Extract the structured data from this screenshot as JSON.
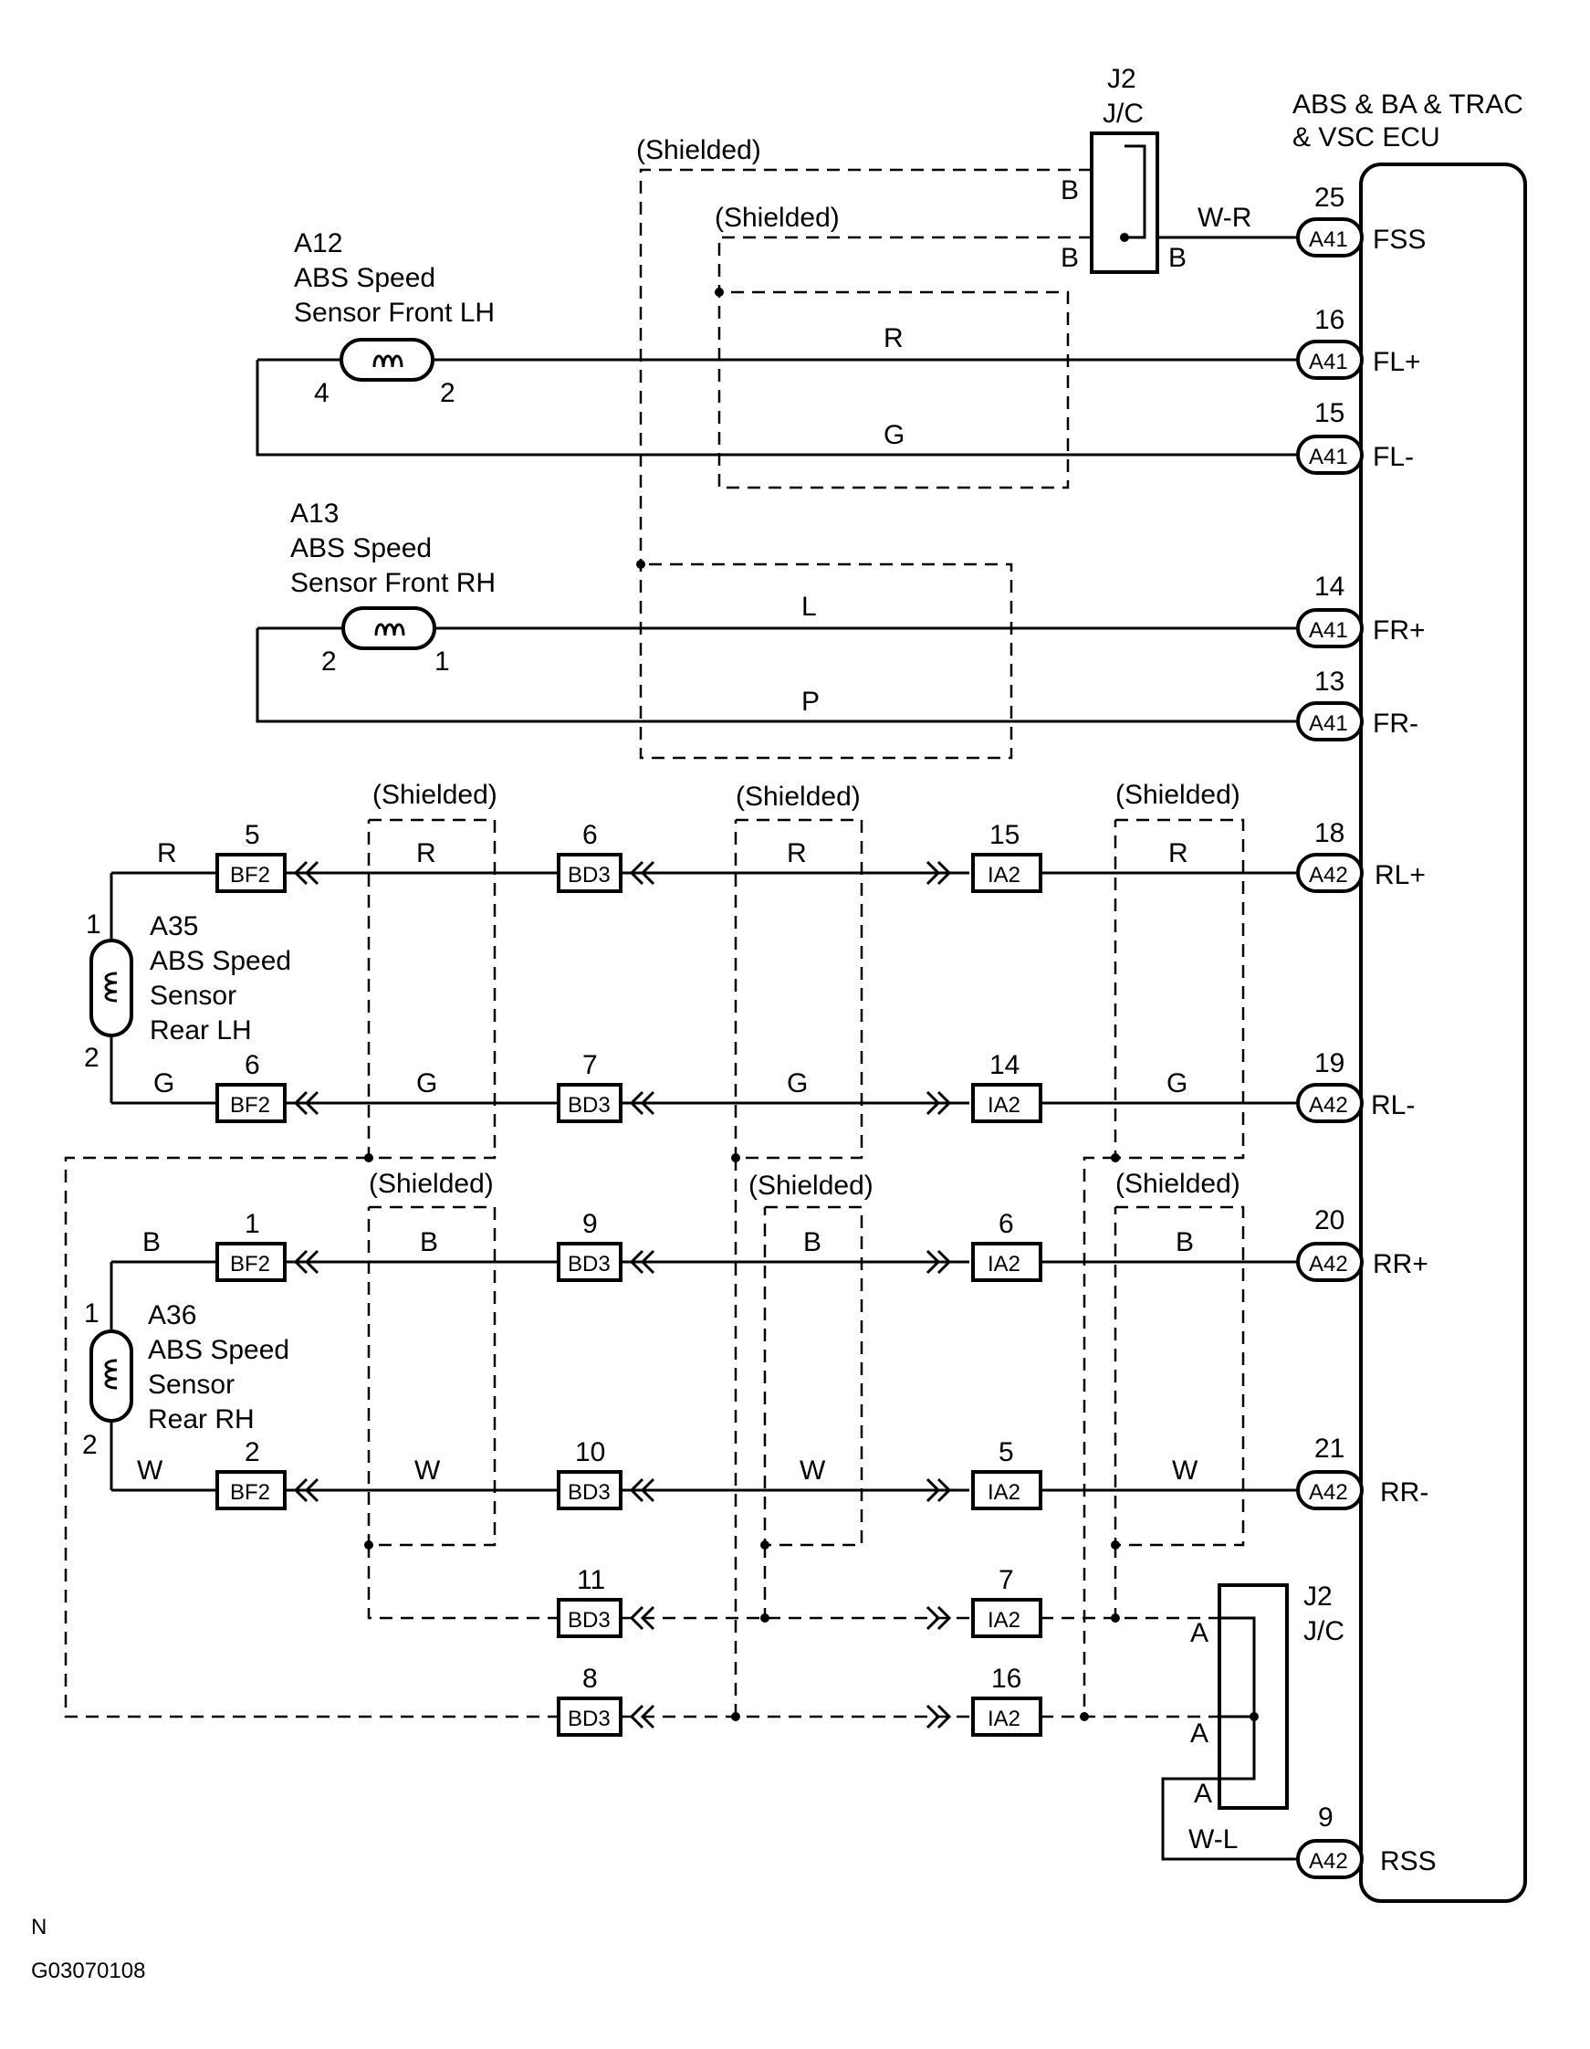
{
  "ecu": {
    "title": [
      "ABS & BA & TRAC",
      "& VSC ECU"
    ]
  },
  "sensors": {
    "fl": {
      "lines": [
        "A12",
        "ABS Speed",
        "Sensor Front LH"
      ],
      "pin_a": "4",
      "pin_b": "2"
    },
    "fr": {
      "lines": [
        "A13",
        "ABS Speed",
        "Sensor Front RH"
      ],
      "pin_a": "2",
      "pin_b": "1"
    },
    "rl": {
      "lines": [
        "A35",
        "ABS Speed",
        "Sensor",
        "Rear LH"
      ],
      "pin_a": "1",
      "pin_b": "2"
    },
    "rr": {
      "lines": [
        "A36",
        "ABS Speed",
        "Sensor",
        "Rear RH"
      ],
      "pin_a": "1",
      "pin_b": "2"
    }
  },
  "junctions": {
    "top": {
      "id": "J2",
      "type": "J/C",
      "pins": [
        "B",
        "B",
        "B"
      ]
    },
    "bottom": {
      "id": "J2",
      "type": "J/C",
      "pins": [
        "A",
        "A",
        "A"
      ]
    }
  },
  "shield_label": "(Shielded)",
  "ecu_terminals": [
    {
      "pin": "25",
      "connector": "A41",
      "signal": "FSS"
    },
    {
      "pin": "16",
      "connector": "A41",
      "signal": "FL+"
    },
    {
      "pin": "15",
      "connector": "A41",
      "signal": "FL-"
    },
    {
      "pin": "14",
      "connector": "A41",
      "signal": "FR+"
    },
    {
      "pin": "13",
      "connector": "A41",
      "signal": "FR-"
    },
    {
      "pin": "18",
      "connector": "A42",
      "signal": "RL+"
    },
    {
      "pin": "19",
      "connector": "A42",
      "signal": "RL-"
    },
    {
      "pin": "20",
      "connector": "A42",
      "signal": "RR+"
    },
    {
      "pin": "21",
      "connector": "A42",
      "signal": "RR-"
    },
    {
      "pin": "9",
      "connector": "A42",
      "signal": "RSS"
    }
  ],
  "front_wires": {
    "fss": "W-R",
    "fl_plus": "R",
    "fl_minus": "G",
    "fr_plus": "L",
    "fr_minus": "P"
  },
  "rear_rows": [
    {
      "color": "R",
      "bf2_pin": "5",
      "bd3_pin": "6",
      "ia2_pin": "15"
    },
    {
      "color": "G",
      "bf2_pin": "6",
      "bd3_pin": "7",
      "ia2_pin": "14"
    },
    {
      "color": "B",
      "bf2_pin": "1",
      "bd3_pin": "9",
      "ia2_pin": "6"
    },
    {
      "color": "W",
      "bf2_pin": "2",
      "bd3_pin": "10",
      "ia2_pin": "5"
    }
  ],
  "shield_rows": [
    {
      "bd3_pin": "11",
      "ia2_pin": "7"
    },
    {
      "bd3_pin": "8",
      "ia2_pin": "16"
    }
  ],
  "connectors": {
    "bf2": "BF2",
    "bd3": "BD3",
    "ia2": "IA2"
  },
  "rss_wire": "W-L",
  "footer": {
    "n": "N",
    "code": "G03070108"
  }
}
